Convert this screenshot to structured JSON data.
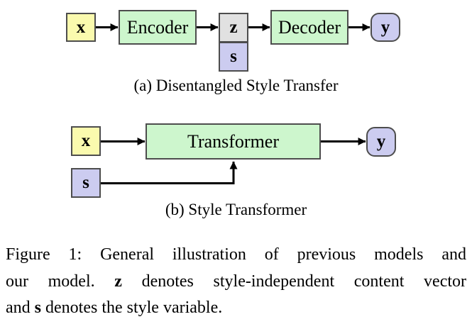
{
  "colors": {
    "input_box": "#fafaae",
    "process_box": "#cdf6cd",
    "content_box": "#e1e1e1",
    "style_box": "#ccccf0",
    "box_border": "#4d4d4d",
    "arrow": "#000000",
    "background": "#ffffff",
    "text": "#000000"
  },
  "diagram_a": {
    "caption": "(a) Disentangled Style Transfer",
    "nodes": {
      "x": "x",
      "encoder": "Encoder",
      "z": "z",
      "s": "s",
      "decoder": "Decoder",
      "y": "y"
    },
    "edges": [
      "x to Encoder",
      "Encoder to z",
      "z to Decoder",
      "Decoder to y"
    ]
  },
  "diagram_b": {
    "caption": "(b) Style Transformer",
    "nodes": {
      "x": "x",
      "s": "s",
      "transformer": "Transformer",
      "y": "y"
    },
    "edges": [
      "x to Transformer",
      "s to Transformer",
      "Transformer to y"
    ]
  },
  "figure_caption": {
    "line1": "Figure 1: General illustration of previous models and",
    "line2": {
      "pre": "our model.",
      "bold": "z",
      "post": "denotes style-independent content vector"
    },
    "line3": {
      "pre": "and",
      "bold": "s",
      "post": "denotes the style variable."
    }
  }
}
